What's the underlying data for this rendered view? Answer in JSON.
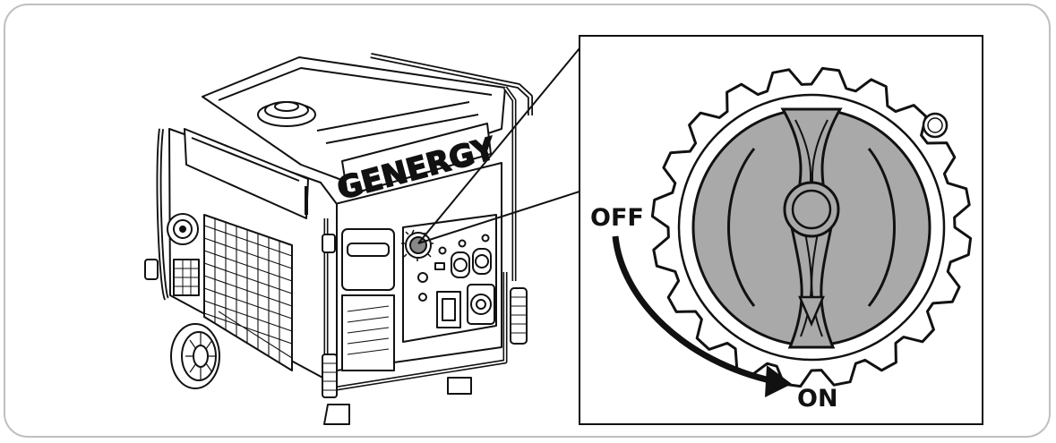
{
  "brand": {
    "logo_text": "GENERGY"
  },
  "dial": {
    "off_label": "OFF",
    "on_label": "ON",
    "arrow_direction": "clockwise"
  },
  "colors": {
    "line": "#111111",
    "knob_fill": "#a9a9a9",
    "frame": "#bfbfbf",
    "background": "#ffffff"
  }
}
